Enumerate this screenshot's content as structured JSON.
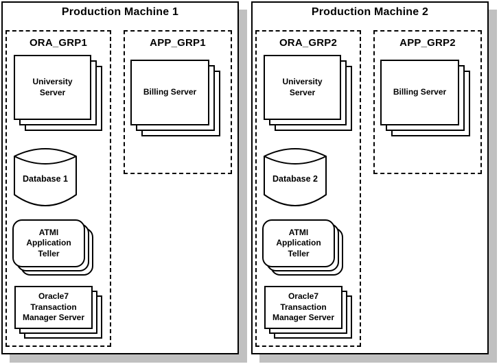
{
  "diagram": {
    "line_color": "#000000",
    "shadow_color": "#c0c0c0",
    "background_color": "#ffffff"
  },
  "machines": [
    {
      "title": "Production Machine 1",
      "ora_group": {
        "label": "ORA_GRP1",
        "university_server": "University\nServer",
        "database": "Database 1",
        "atmi_teller": "ATMI\nApplication\nTeller",
        "oracle7_tm": "Oracle7\nTransaction\nManager Server"
      },
      "app_group": {
        "label": "APP_GRP1",
        "billing_server": "Billing Server"
      }
    },
    {
      "title": "Production Machine 2",
      "ora_group": {
        "label": "ORA_GRP2",
        "university_server": "University\nServer",
        "database": "Database 2",
        "atmi_teller": "ATMI\nApplication\nTeller",
        "oracle7_tm": "Oracle7\nTransaction\nManager Server"
      },
      "app_group": {
        "label": "APP_GRP2",
        "billing_server": "Billing Server"
      }
    }
  ]
}
